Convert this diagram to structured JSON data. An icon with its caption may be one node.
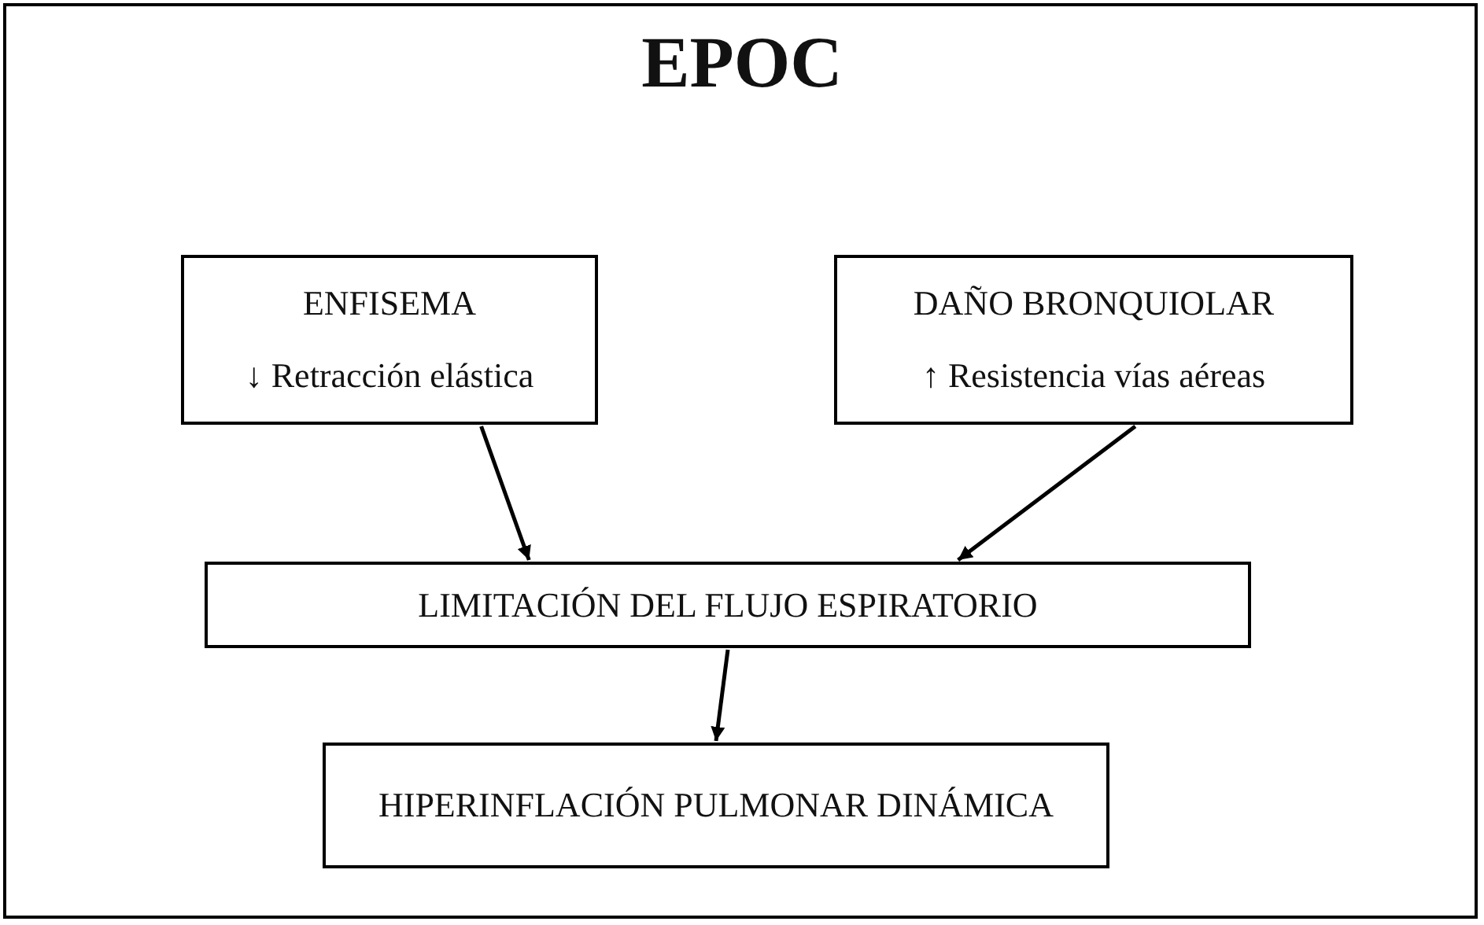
{
  "diagram": {
    "title": "EPOC",
    "nodes": [
      {
        "text": [
          "ENFISEMA",
          "↓ Retracción elástica"
        ]
      },
      {
        "text": [
          "DAÑO BRONQUIOLAR",
          "↑ Resistencia vías aéreas"
        ]
      },
      {
        "text": [
          "LIMITACIÓN DEL FLUJO ESPIRATORIO"
        ]
      },
      {
        "text": [
          "HIPERINFLACIÓN PULMONAR DINÁMICA"
        ]
      }
    ],
    "edges": [
      {
        "from": 0,
        "to": 2,
        "arrow": "to"
      },
      {
        "from": 1,
        "to": 2,
        "arrow": "to"
      },
      {
        "from": 2,
        "to": 3,
        "arrow": "to"
      }
    ]
  }
}
